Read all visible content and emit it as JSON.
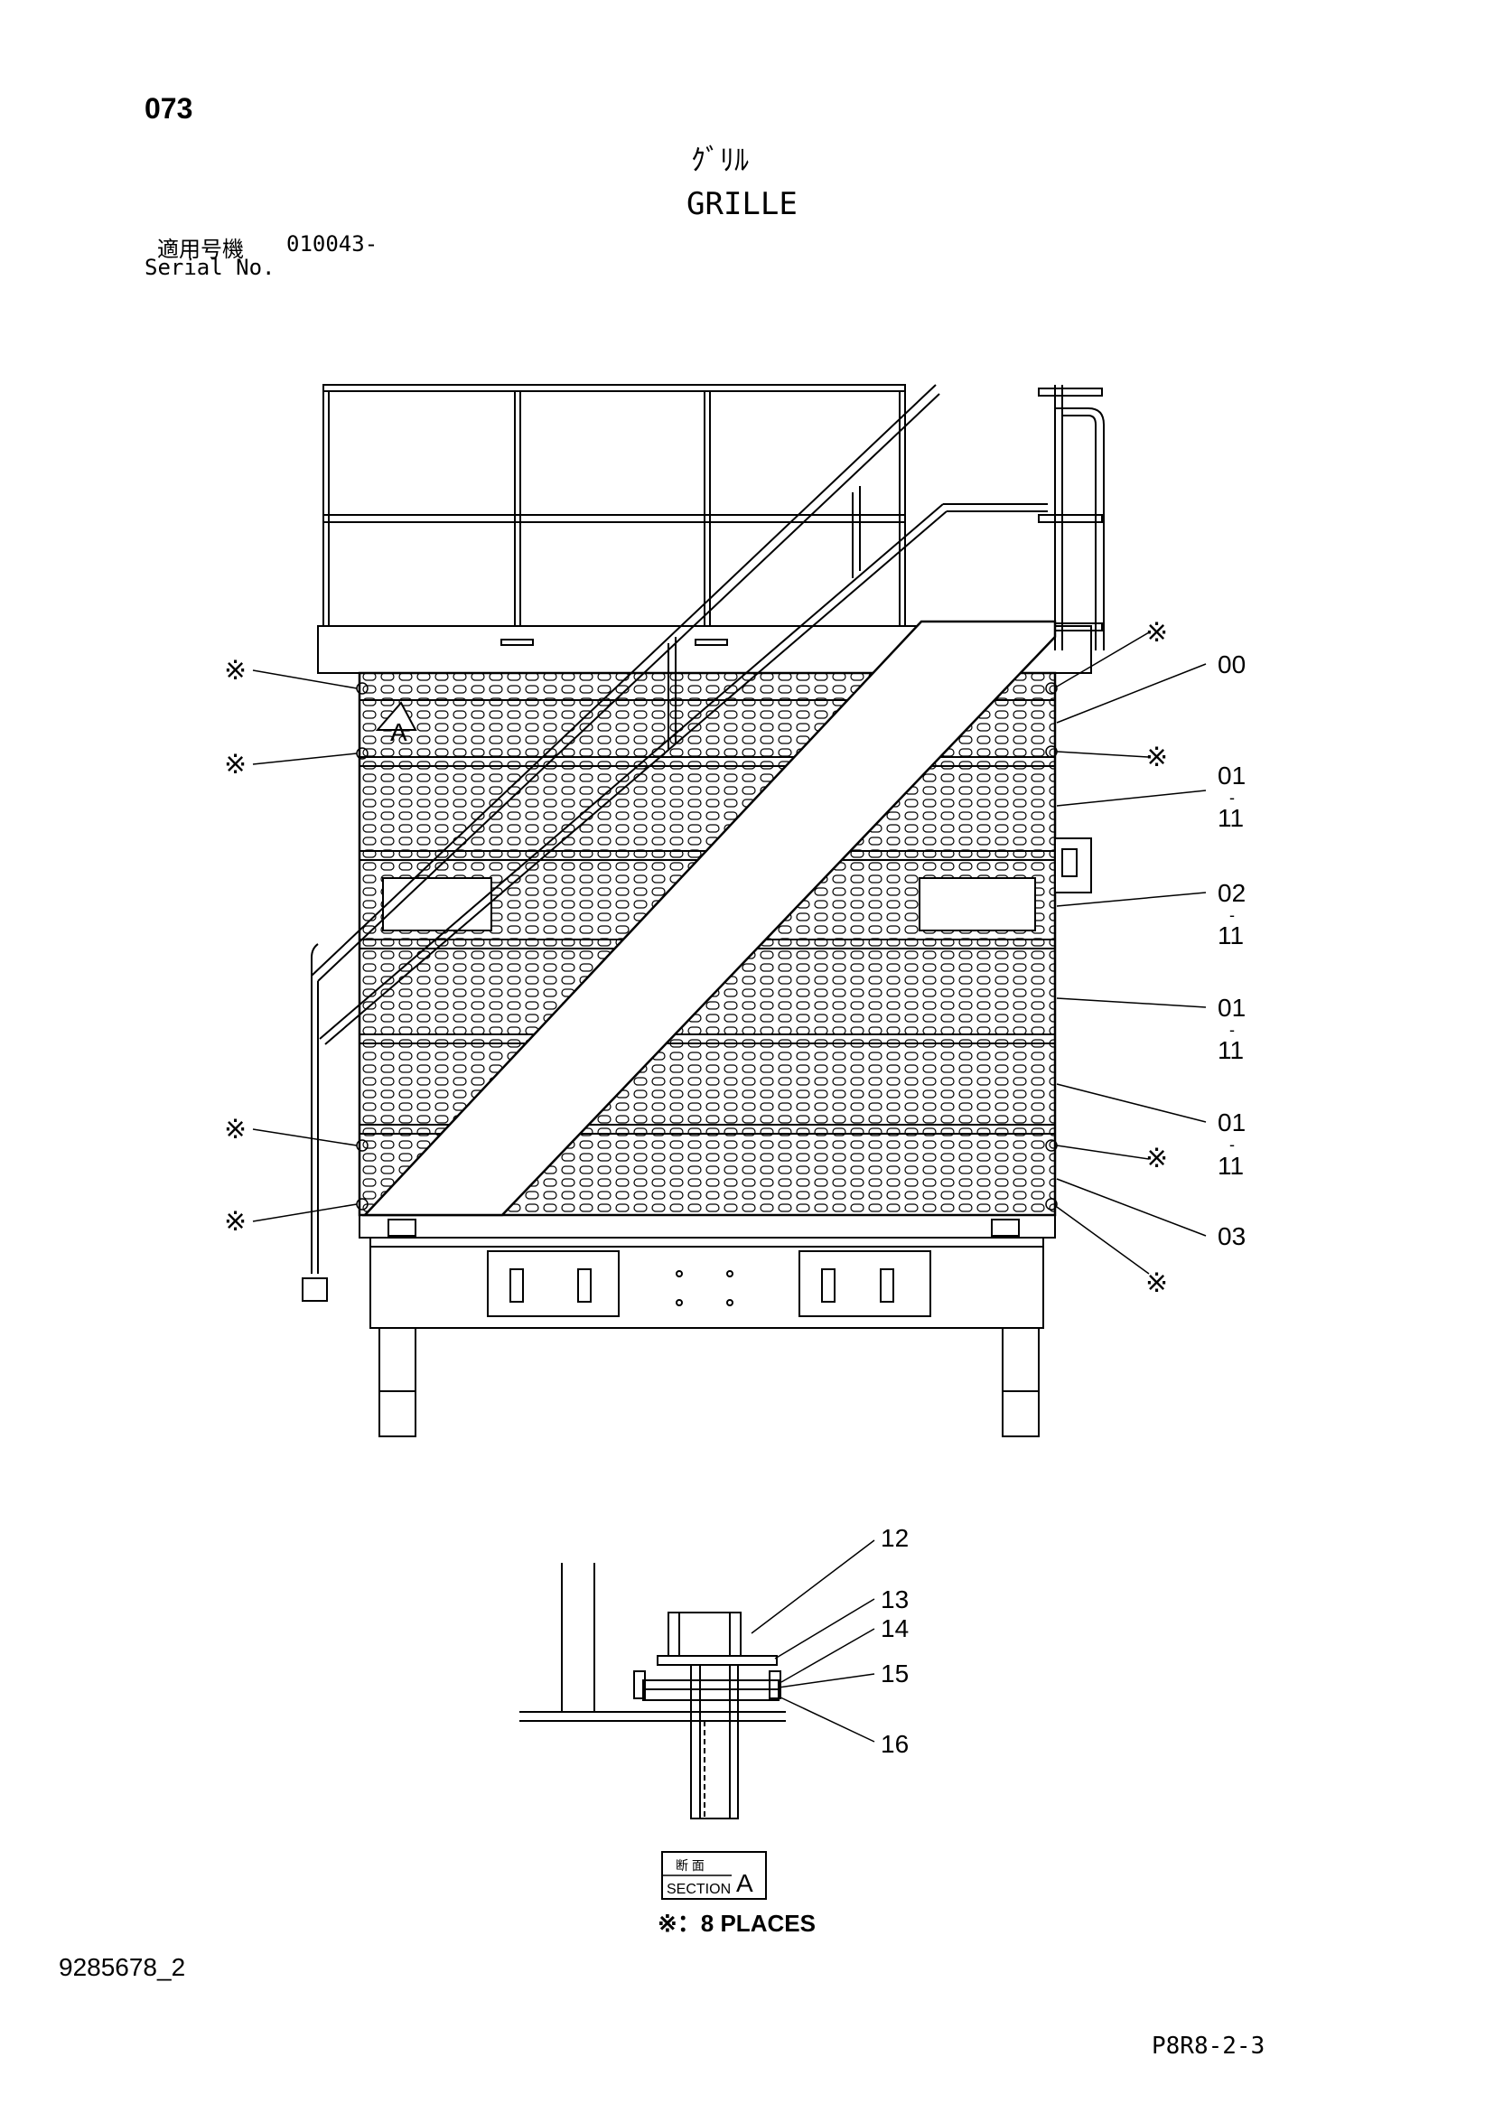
{
  "header": {
    "page_number": "073",
    "title_jp": "ｸﾞﾘﾙ",
    "title_en": "GRILLE",
    "serial_label_jp": "適用号機",
    "serial_value": "010043-",
    "serial_label_en": "Serial No."
  },
  "callouts": {
    "c00": "00",
    "c01a_top": "01",
    "c01a_bot": "11",
    "c02_top": "02",
    "c02_bot": "11",
    "c01b_top": "01",
    "c01b_bot": "11",
    "c01c_top": "01",
    "c01c_bot": "11",
    "c03": "03",
    "dash": "-",
    "c12": "12",
    "c13": "13",
    "c14": "14",
    "c15": "15",
    "c16": "16"
  },
  "marks": {
    "ref_mark": "※",
    "view_label": "A"
  },
  "section": {
    "jp_label": "断 面",
    "en_label": "SECTION",
    "letter": "A"
  },
  "note": "※：8 PLACES",
  "footer": {
    "doc_number": "9285678_2",
    "page_ref": "P8R8-2-3"
  }
}
